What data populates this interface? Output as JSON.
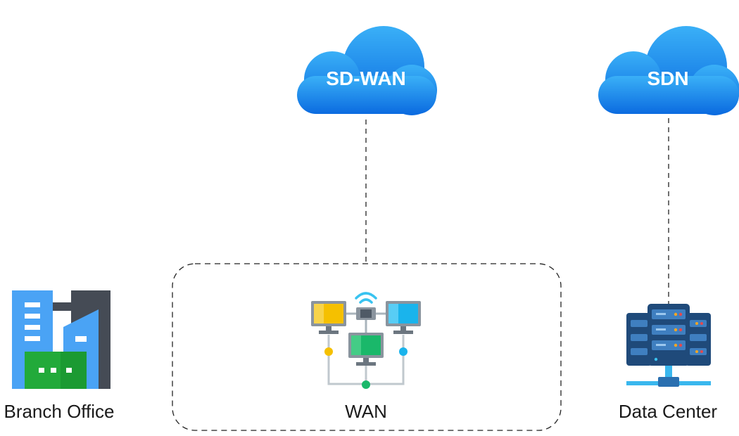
{
  "clouds": {
    "sdwan": {
      "label": "SD-WAN"
    },
    "sdn": {
      "label": "SDN"
    }
  },
  "nodes": {
    "branch": {
      "label": "Branch Office",
      "icon": "office-building-icon"
    },
    "wan": {
      "label": "WAN",
      "icon": "network-computers-icon"
    },
    "datacenter": {
      "label": "Data Center",
      "icon": "server-rack-icon"
    }
  },
  "colors": {
    "cloud_top": "#3aa6f5",
    "cloud_bottom": "#0c6fe0",
    "building_blue": "#4aa3f5",
    "building_dark": "#454b55",
    "building_green": "#22aa3a",
    "server_navy": "#1f4a7a",
    "server_blue": "#3f7fc0",
    "link_cyan": "#39b7ee",
    "pc_yellow": "#f5c000",
    "pc_green": "#1ab86a",
    "pc_cyan": "#1ab4ec"
  }
}
